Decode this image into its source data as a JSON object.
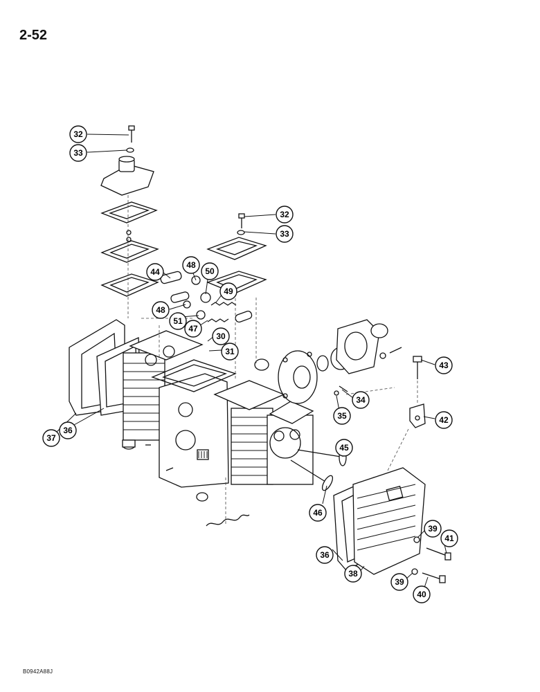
{
  "page": {
    "number": "2-52",
    "drawing_id": "B0942A88J"
  },
  "callouts": [
    {
      "label": "32"
    },
    {
      "label": "33"
    },
    {
      "label": "32"
    },
    {
      "label": "33"
    },
    {
      "label": "44"
    },
    {
      "label": "48"
    },
    {
      "label": "50"
    },
    {
      "label": "49"
    },
    {
      "label": "48"
    },
    {
      "label": "51"
    },
    {
      "label": "47"
    },
    {
      "label": "30"
    },
    {
      "label": "31"
    },
    {
      "label": "43"
    },
    {
      "label": "34"
    },
    {
      "label": "35"
    },
    {
      "label": "42"
    },
    {
      "label": "37"
    },
    {
      "label": "36"
    },
    {
      "label": "45"
    },
    {
      "label": "46"
    },
    {
      "label": "39"
    },
    {
      "label": "41"
    },
    {
      "label": "36"
    },
    {
      "label": "38"
    },
    {
      "label": "39"
    },
    {
      "label": "40"
    }
  ]
}
